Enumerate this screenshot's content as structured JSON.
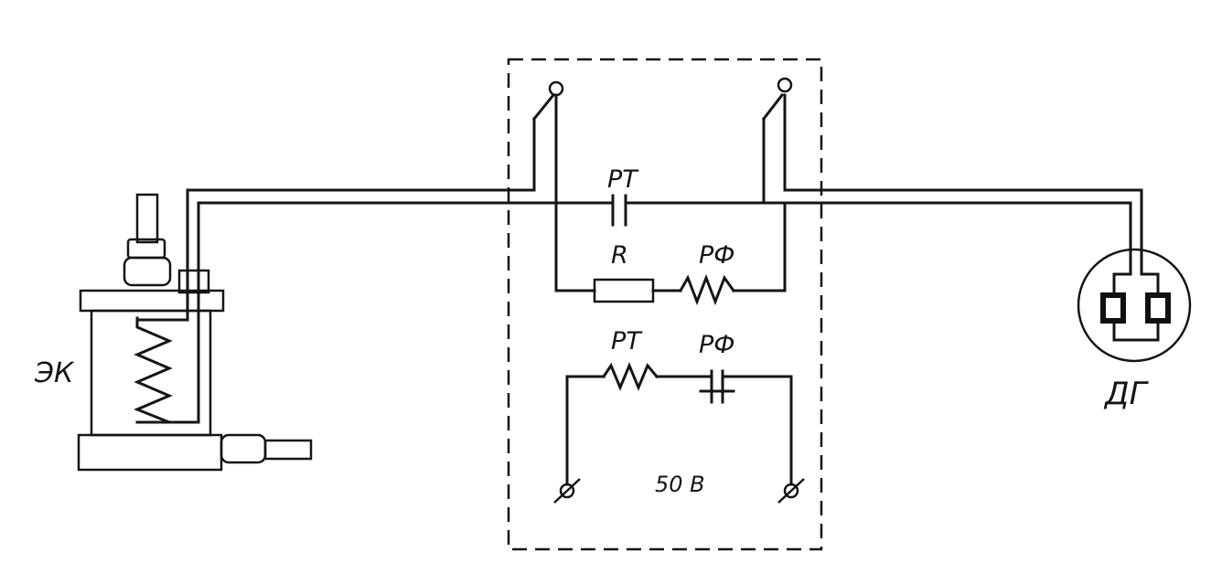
{
  "labels": {
    "electric_valve": "ЭК",
    "relay_contact_rt": "РТ",
    "resistor": "R",
    "relay_coil_rf": "РФ",
    "relay_coil_rt": "РТ",
    "relay_contact_rf": "РФ",
    "supply_voltage": "50 В",
    "sensor": "ДГ"
  }
}
